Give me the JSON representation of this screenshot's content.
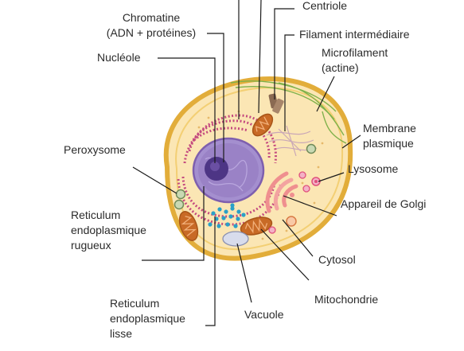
{
  "labels": {
    "chromatine_line1": "Chromatine",
    "chromatine_line2": "(ADN + protéines)",
    "nucleole": "Nucléole",
    "peroxysome": "Peroxysome",
    "rer_line1": "Reticulum",
    "rer_line2": "endoplasmique",
    "rer_line3": "rugueux",
    "rel_line1": "Reticulum",
    "rel_line2": "endoplasmique",
    "rel_line3": "lisse",
    "vacuole": "Vacuole",
    "mitochondrie": "Mitochondrie",
    "cytosol": "Cytosol",
    "golgi": "Appareil de Golgi",
    "lysosome": "Lysosome",
    "membrane_line1": "Membrane",
    "membrane_line2": "plasmique",
    "microfilament_line1": "Microfilament",
    "microfilament_line2": "(actine)",
    "filament": "Filament intermédiaire",
    "centriole": "Centriole"
  },
  "colors": {
    "cytoplasm": "#fbe6b4",
    "membrane": "#e2ad3a",
    "nucleus": "#7e5fae",
    "nucleolus": "#4d3585",
    "er_rough": "#c44a7f",
    "er_smooth": "#2aa0c8",
    "mitochondria": "#c86a26",
    "golgi": "#ef8f8f",
    "lysosome": "#e0507c",
    "peroxisome": "#9fb689",
    "vacuole": "#d8dcec",
    "filament": "#7fb14a",
    "leader": "#1a1a1a"
  }
}
